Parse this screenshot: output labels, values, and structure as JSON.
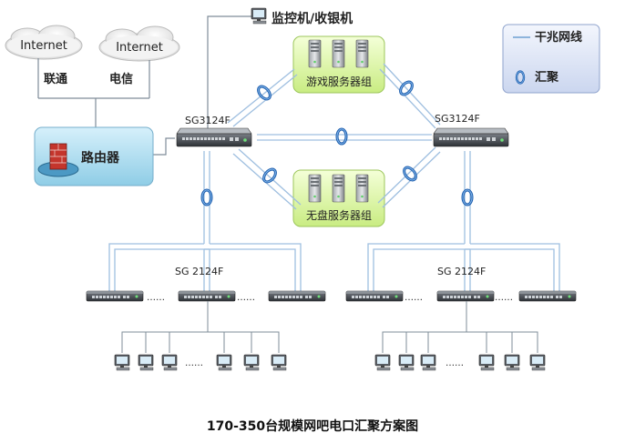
{
  "internet": {
    "cloud1": "Internet",
    "cloud2": "Internet",
    "isp1": "联通",
    "isp2": "电信"
  },
  "router": {
    "label": "路由器"
  },
  "monitor": {
    "label": "监控机/收银机"
  },
  "legend": {
    "gigabit": "干兆网线",
    "aggregation": "汇聚"
  },
  "core": {
    "left": "SG3124F",
    "right": "SG3124F"
  },
  "servers": {
    "game": "游戏服务器组",
    "disk": "无盘服务器组"
  },
  "access": {
    "left": "SG 2124F",
    "right": "SG 2124F"
  },
  "ellipsis": "……",
  "caption": "170-350台规模网吧电口汇聚方案图"
}
